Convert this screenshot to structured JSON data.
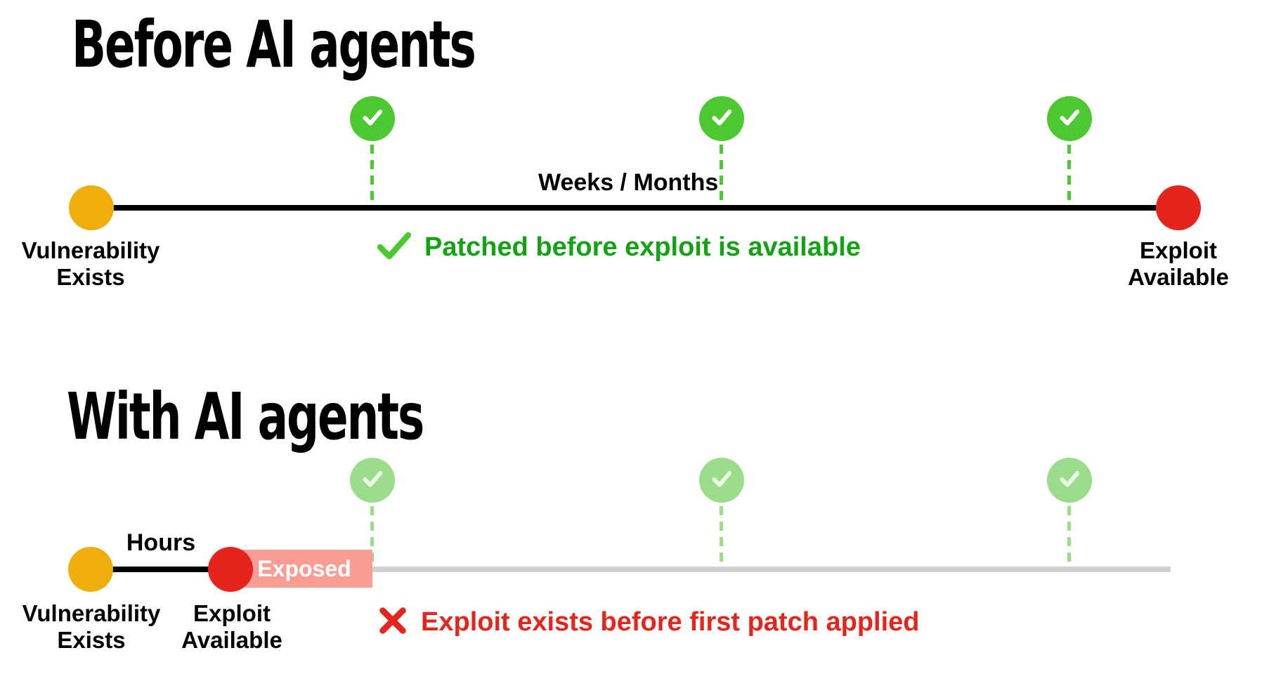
{
  "before": {
    "title": "Before AI agents",
    "duration_label": "Weeks / Months",
    "start_label_line1": "Vulnerability",
    "start_label_line2": "Exists",
    "end_label_line1": "Exploit",
    "end_label_line2": "Available",
    "caption": "Patched before exploit is available",
    "patch_marker_count": 3
  },
  "with_ai": {
    "title": "With AI agents",
    "duration_label": "Hours",
    "start_label_line1": "Vulnerability",
    "start_label_line2": "Exists",
    "end_label_line1": "Exploit",
    "end_label_line2": "Available",
    "exposed_label": "Exposed",
    "caption": "Exploit exists before first patch applied",
    "patch_marker_count": 3
  },
  "colors": {
    "patch_green": "#4cc930",
    "patch_green_faded": "#9bdc8b",
    "caption_green": "#12a312",
    "alert_red": "#e7241b",
    "exposed_pink": "#f89d94",
    "vulnerability_yellow": "#f0ae0b",
    "inactive_gray": "#cfcfcf",
    "timeline_black": "#000000"
  }
}
